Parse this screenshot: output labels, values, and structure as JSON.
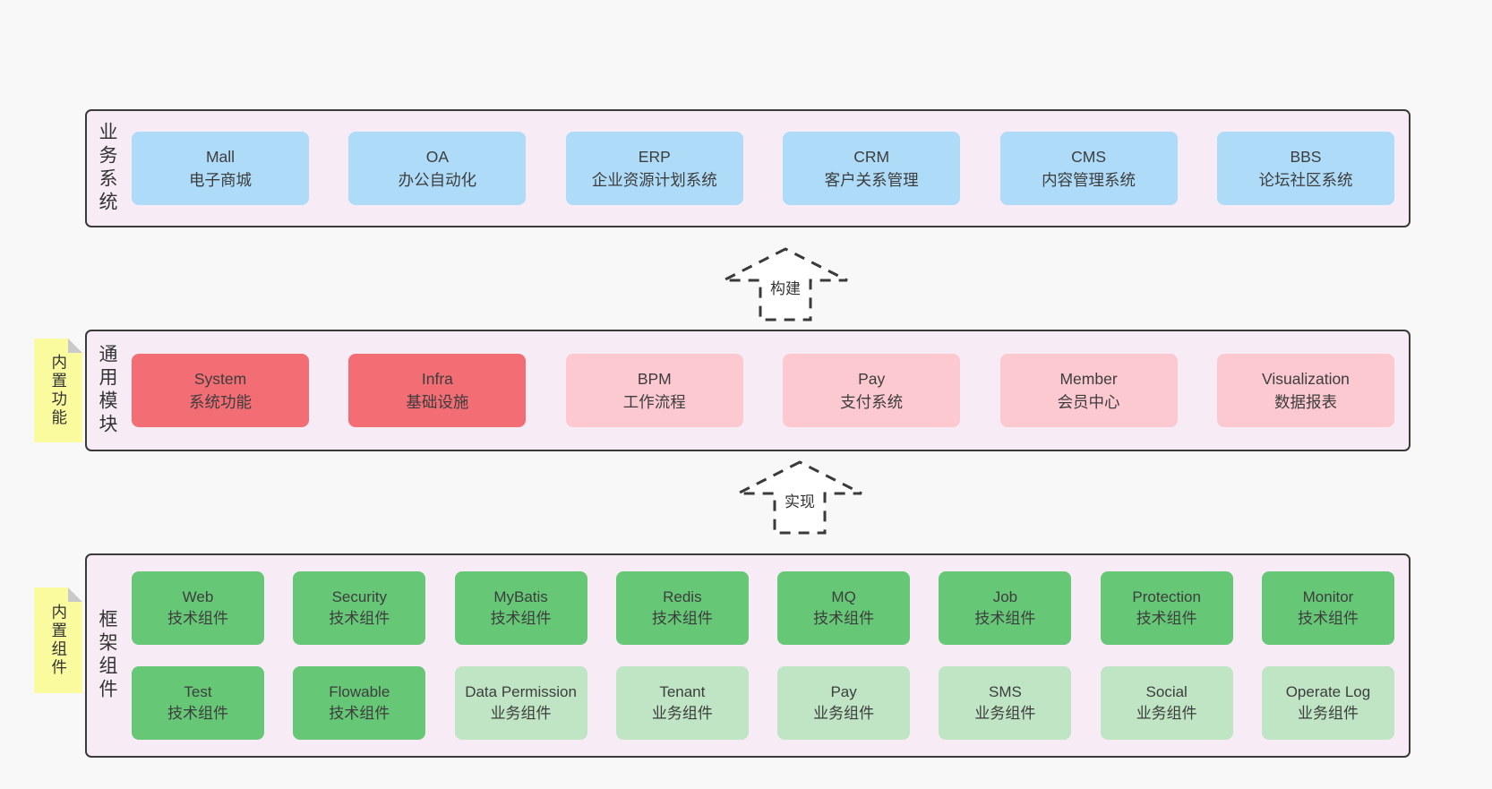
{
  "colors": {
    "page-bg": "#f8f8f8",
    "band-bg": "#f7ecf6",
    "border": "#3a3a3a",
    "text": "#3d3d3d",
    "blue": "#aedcf8",
    "red": "#f26d74",
    "pink": "#fcc9d1",
    "green-dark": "#66c877",
    "green-light": "#bfe5c5",
    "yellow": "#fafa9e",
    "fold": "#c9c9c9",
    "arrow-fill": "#ffffff"
  },
  "arrows": [
    {
      "label": "构建"
    },
    {
      "label": "实现"
    }
  ],
  "bands": [
    {
      "label": "业务系统",
      "rows": [
        [
          {
            "title": "Mall",
            "subtitle": "电子商城"
          },
          {
            "title": "OA",
            "subtitle": "办公自动化"
          },
          {
            "title": "ERP",
            "subtitle": "企业资源计划系统"
          },
          {
            "title": "CRM",
            "subtitle": "客户关系管理"
          },
          {
            "title": "CMS",
            "subtitle": "内容管理系统"
          },
          {
            "title": "BBS",
            "subtitle": "论坛社区系统"
          }
        ]
      ]
    },
    {
      "label": "通用模块",
      "note": "内置功能",
      "rows": [
        [
          {
            "title": "System",
            "subtitle": "系统功能"
          },
          {
            "title": "Infra",
            "subtitle": "基础设施"
          },
          {
            "title": "BPM",
            "subtitle": "工作流程"
          },
          {
            "title": "Pay",
            "subtitle": "支付系统"
          },
          {
            "title": "Member",
            "subtitle": "会员中心"
          },
          {
            "title": "Visualization",
            "subtitle": "数据报表"
          }
        ]
      ]
    },
    {
      "label": "框架组件",
      "note": "内置组件",
      "rows": [
        [
          {
            "title": "Web",
            "subtitle": "技术组件"
          },
          {
            "title": "Security",
            "subtitle": "技术组件"
          },
          {
            "title": "MyBatis",
            "subtitle": "技术组件"
          },
          {
            "title": "Redis",
            "subtitle": "技术组件"
          },
          {
            "title": "MQ",
            "subtitle": "技术组件"
          },
          {
            "title": "Job",
            "subtitle": "技术组件"
          },
          {
            "title": "Protection",
            "subtitle": "技术组件"
          },
          {
            "title": "Monitor",
            "subtitle": "技术组件"
          }
        ],
        [
          {
            "title": "Test",
            "subtitle": "技术组件"
          },
          {
            "title": "Flowable",
            "subtitle": "技术组件"
          },
          {
            "title": "Data Permission",
            "subtitle": "业务组件"
          },
          {
            "title": "Tenant",
            "subtitle": "业务组件"
          },
          {
            "title": "Pay",
            "subtitle": "业务组件"
          },
          {
            "title": "SMS",
            "subtitle": "业务组件"
          },
          {
            "title": "Social",
            "subtitle": "业务组件"
          },
          {
            "title": "Operate Log",
            "subtitle": "业务组件"
          }
        ]
      ]
    }
  ]
}
